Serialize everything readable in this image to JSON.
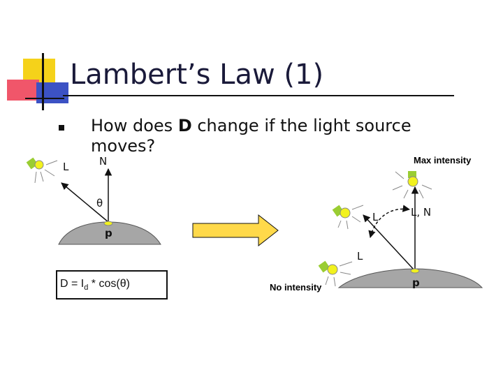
{
  "slide": {
    "title": "Lambert’s Law (1)",
    "question_before": "How does ",
    "question_bold": "D",
    "question_after": " change if the light source moves?"
  },
  "diagram_left": {
    "light_label": "L",
    "normal_label": "N",
    "angle_label": "θ",
    "point_label": "p"
  },
  "formula": {
    "prefix": "D = I",
    "subscript": "d",
    "suffix": " * cos(θ)"
  },
  "diagram_right": {
    "max_label": "Max intensity",
    "none_label": "No intensity",
    "ln_label": "L, N",
    "l_upper_label": "L",
    "l_lower_label": "L",
    "point_label": "p"
  },
  "colors": {
    "arrow_fill": "#ffd94a",
    "surface": "#a6a6a6",
    "light_bulb": "#f2f21e",
    "light_housing": "#9acd32",
    "title": "#1a1a3a",
    "logo_yellow": "#f5d21a",
    "logo_red": "#f0566a",
    "logo_blue": "#3c52c4"
  }
}
